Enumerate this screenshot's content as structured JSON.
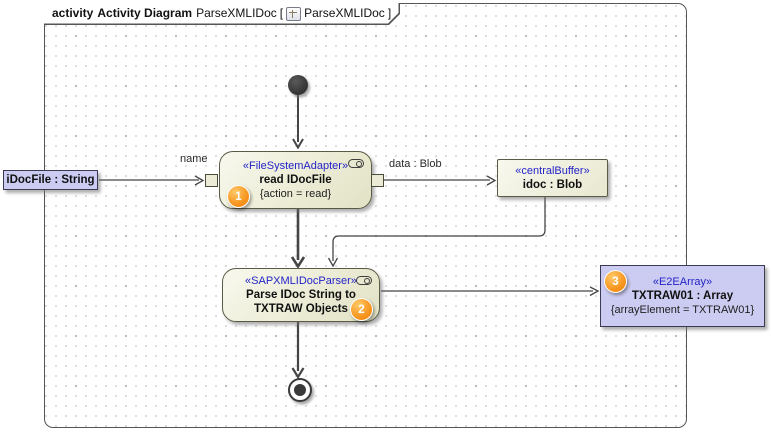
{
  "colors": {
    "action_fill": "#ececd6",
    "action_border": "#5a5a46",
    "object_fill": "#ccccf2",
    "stereotype_text": "#2323c8",
    "badge_orange": "#f7941e",
    "edge_line": "#454545"
  },
  "title": {
    "keyword": "activity",
    "type": "Activity Diagram",
    "name": "ParseXMLIDoc",
    "open": "[",
    "content": "ParseXMLIDoc",
    "close": "]"
  },
  "nodes": {
    "read_action": {
      "stereotype": "«FileSystemAdapter»",
      "name": "read IDocFile",
      "constraint": "{action = read}",
      "badge": "1"
    },
    "idocfile_param": {
      "label": "iDocFile : String"
    },
    "central_buffer": {
      "stereotype": "«centralBuffer»",
      "name": "idoc : Blob"
    },
    "parse_action": {
      "stereotype": "«SAPXMLIDocParser»",
      "name": "Parse IDoc String to TXTRAW Objects",
      "badge": "2"
    },
    "e2e_array": {
      "stereotype": "«E2EArray»",
      "name": "TXTRAW01 : Array",
      "constraint": "{arrayElement = TXTRAW01}",
      "badge": "3"
    }
  },
  "edge_labels": {
    "input_pin": "name",
    "output_flow": "data : Blob"
  }
}
